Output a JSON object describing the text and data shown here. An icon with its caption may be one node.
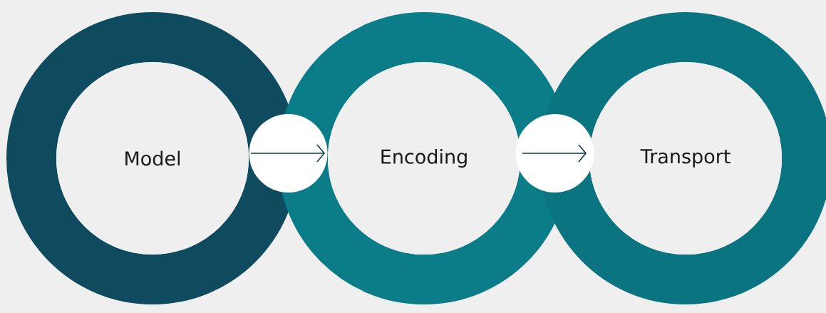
{
  "diagram": {
    "nodes": [
      {
        "text": [
          "Model"
        ]
      },
      {
        "text": [
          "Encoding"
        ]
      },
      {
        "text": [
          "Transport"
        ]
      }
    ],
    "edges": [
      {
        "from": 0,
        "to": 1,
        "arrow": "to"
      },
      {
        "from": 1,
        "to": 2,
        "arrow": "to"
      }
    ]
  }
}
